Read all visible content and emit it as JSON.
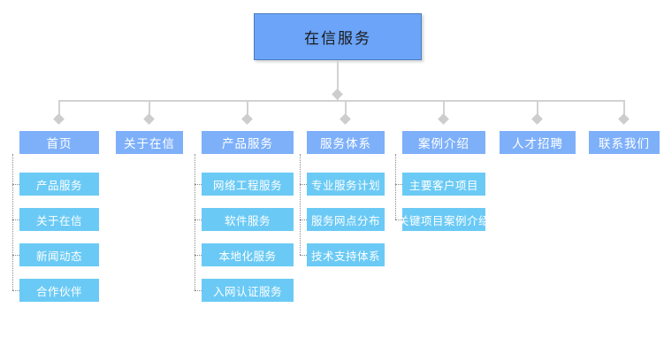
{
  "diagram": {
    "title": "在信服务",
    "colors": {
      "root_fill": "#6ba4f8",
      "root_border": "#4a7ebb",
      "level2_fill": "#7eb0fa",
      "level3_fill": "#6bcaf5",
      "connector_solid": "#d2d2d2",
      "connector_dotted": "#8a8a8a",
      "root_text": "#1a1a1a",
      "node_text": "#ffffff"
    },
    "root": {
      "label": "在信服务"
    },
    "columns": [
      {
        "label": "首页",
        "children": [
          {
            "label": "产品服务"
          },
          {
            "label": "关于在信"
          },
          {
            "label": "新闻动态"
          },
          {
            "label": "合作伙伴"
          }
        ]
      },
      {
        "label": "关于在信",
        "children": []
      },
      {
        "label": "产品服务",
        "children": [
          {
            "label": "网络工程服务"
          },
          {
            "label": "软件服务"
          },
          {
            "label": "本地化服务"
          },
          {
            "label": "入网认证服务"
          }
        ]
      },
      {
        "label": "服务体系",
        "children": [
          {
            "label": "专业服务计划"
          },
          {
            "label": "服务网点分布"
          },
          {
            "label": "技术支持体系"
          }
        ]
      },
      {
        "label": "案例介绍",
        "children": [
          {
            "label": "主要客户项目"
          },
          {
            "label": "关键项目案例介绍"
          }
        ]
      },
      {
        "label": "人才招聘",
        "children": []
      },
      {
        "label": "联系我们",
        "children": []
      }
    ]
  }
}
